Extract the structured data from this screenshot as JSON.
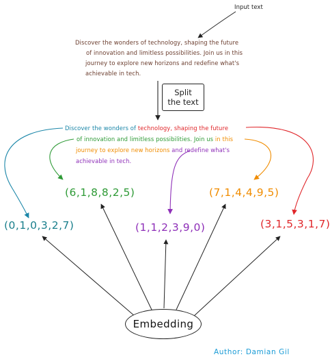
{
  "input_label": "Input text",
  "input_paragraph": {
    "lines": [
      "Discover the wonders of technology, shaping the future",
      "of innovation and limitless possibilities. Join us in this",
      "journey to explore new horizons and redefine what's",
      "achievable in tech."
    ],
    "color": "#6b3d2e"
  },
  "split_box": {
    "line1": "Split",
    "line2": "the text"
  },
  "colored_text": {
    "line1": [
      {
        "text": "Discover the wonders of ",
        "color": "#1a86a8"
      },
      {
        "text": "technology, shaping the future",
        "color": "#e0262a"
      }
    ],
    "line2": [
      {
        "text": "of innovation and limitless possibilities. Join us",
        "color": "#2e9a36"
      },
      {
        "text": " in this",
        "color": "#f08c00"
      }
    ],
    "line3": [
      {
        "text": "journey to explore new horizons",
        "color": "#f08c00"
      },
      {
        "text": " and redefine what's",
        "color": "#8e2fb8"
      }
    ],
    "line4": [
      {
        "text": "achievable in tech.",
        "color": "#8e2fb8"
      }
    ]
  },
  "vectors": {
    "teal": {
      "text": "(0,1,0,3,2,7)",
      "color": "#1a7f8c"
    },
    "green": {
      "text": "(6,1,8,8,2,5)",
      "color": "#2e9a36"
    },
    "purple": {
      "text": "(1,1,2,3,9,0)",
      "color": "#8e2fb8"
    },
    "orange": {
      "text": "(7,1,4,4,9,5)",
      "color": "#f08c00"
    },
    "red": {
      "text": "(3,1,5,3,1,7)",
      "color": "#e0262a"
    }
  },
  "embedding_label": "Embedding",
  "author": {
    "text": "Author: Damian Gil",
    "color": "#1a9bd6"
  }
}
